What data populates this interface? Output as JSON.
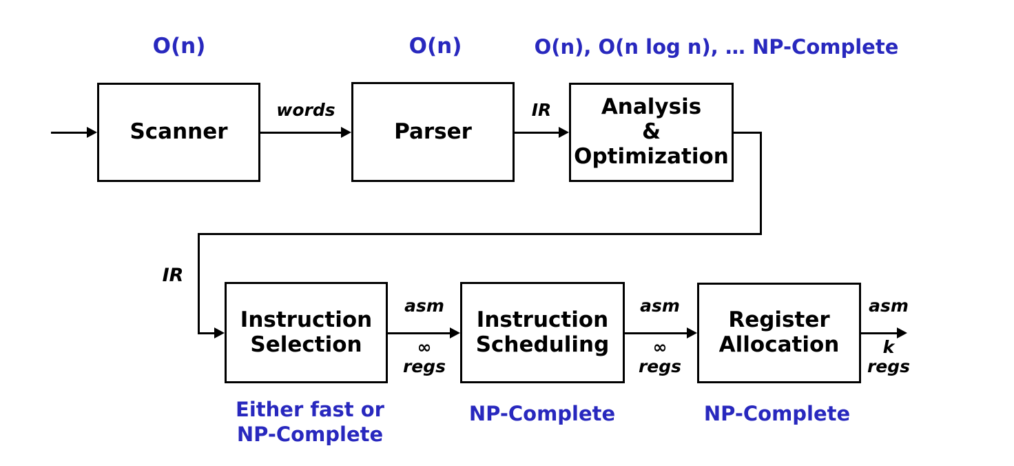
{
  "diagram": {
    "title_semantics": "compiler-phases-pipeline",
    "colors": {
      "annotation_blue": "#2828BE",
      "line_black": "#000000",
      "background": "#ffffff"
    },
    "top": {
      "complexity": {
        "scanner": "O(n)",
        "parser": "O(n)",
        "analysis": "O(n), O(n log n), … NP-Complete"
      },
      "boxes": {
        "scanner": "Scanner",
        "parser": "Parser",
        "analysis": "Analysis\n&\nOptimization"
      },
      "edges": {
        "scanner_to_parser": "words",
        "parser_to_analysis": "IR"
      }
    },
    "feedback": {
      "label": "IR"
    },
    "bottom": {
      "boxes": {
        "selection": "Instruction\nSelection",
        "scheduling": "Instruction\nScheduling",
        "allocation": "Register\nAllocation"
      },
      "edges": {
        "sel_to_sched": {
          "above": "asm",
          "below": "∞\nregs"
        },
        "sched_to_alloc": {
          "above": "asm",
          "below": "∞\nregs"
        },
        "output": {
          "above": "asm",
          "below": "k\nregs"
        }
      },
      "complexity": {
        "selection": "Either fast or\nNP-Complete",
        "scheduling": "NP-Complete",
        "allocation": "NP-Complete"
      }
    }
  }
}
